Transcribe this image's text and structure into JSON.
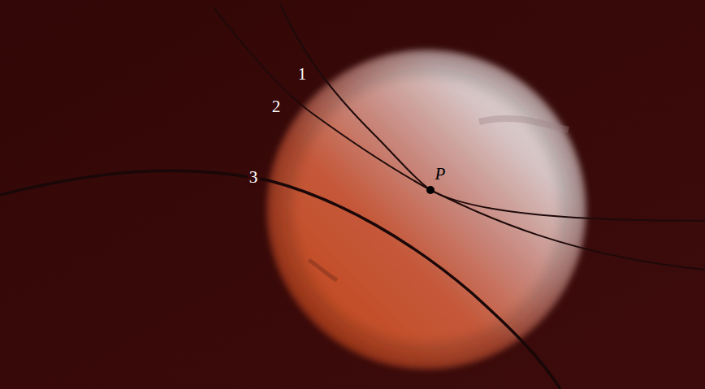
{
  "diagram": {
    "labels": [
      "1",
      "2",
      "3",
      "P"
    ]
  }
}
